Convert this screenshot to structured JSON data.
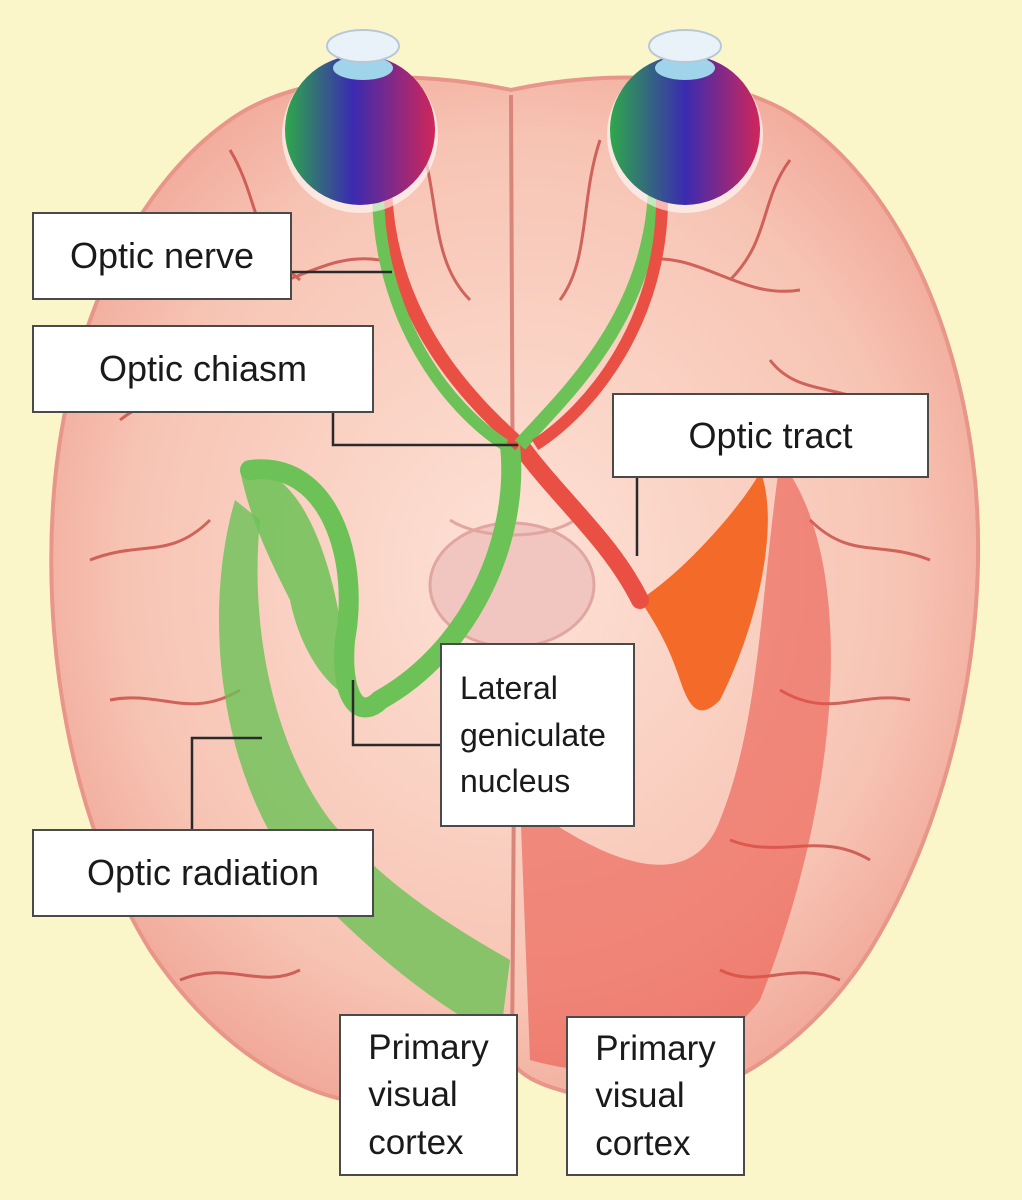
{
  "labels": {
    "optic_nerve": "Optic nerve",
    "optic_chiasm": "Optic chiasm",
    "optic_tract": "Optic tract",
    "lateral_geniculate_nucleus": "Lateral\ngeniculate\nnucleus",
    "optic_radiation": "Optic radiation",
    "primary_visual_cortex_left": "Primary\nvisual\ncortex",
    "primary_visual_cortex_right": "Primary\nvisual\ncortex"
  },
  "colors": {
    "background": "#fbf6c9",
    "brain": "#f7c2b2",
    "brain_vessels": "#c2413b",
    "left_pathway_green": "#6cc256",
    "right_pathway_red": "#ea4f43",
    "right_tract_orange": "#f46a28",
    "eye_blue": "#3a2bb0"
  }
}
